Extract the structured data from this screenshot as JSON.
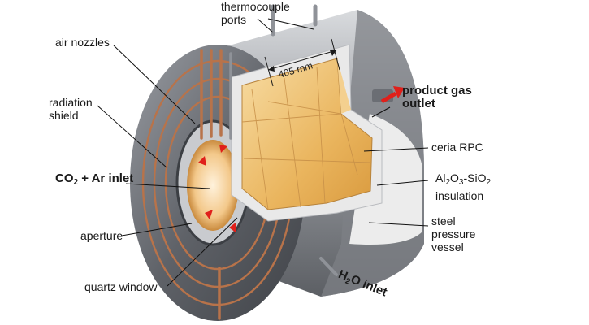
{
  "labels": {
    "thermocouple_ports": "thermocouple\nports",
    "air_nozzles": "air nozzles",
    "radiation_shield": "radiation\nshield",
    "co2_ar_inlet": {
      "pre": "CO",
      "sub": "2",
      "post": " + Ar inlet"
    },
    "aperture": "aperture",
    "quartz_window": "quartz window",
    "product_gas_outlet": "product gas\noutlet",
    "ceria_rpc": "ceria RPC",
    "insulation": {
      "al": "Al",
      "s1": "2",
      "o": "O",
      "s2": "3",
      "rest": "-SiO",
      "s3": "2",
      "line2": "insulation"
    },
    "steel_pressure_vessel": "steel\npressure\nvessel",
    "h2o_inlet": {
      "pre": "H",
      "sub": "2",
      "post": "O inlet"
    },
    "dimension": "405 mm"
  },
  "colors": {
    "steel_dark": "#5a5d63",
    "steel_mid": "#8a8d93",
    "steel_light": "#c9cbcf",
    "copper": "#b8734a",
    "insulation": "#ececec",
    "ceria": "#e9b35c",
    "ceria_light": "#f6dca5",
    "arrow_red": "#e0201b",
    "leader": "#111111"
  }
}
